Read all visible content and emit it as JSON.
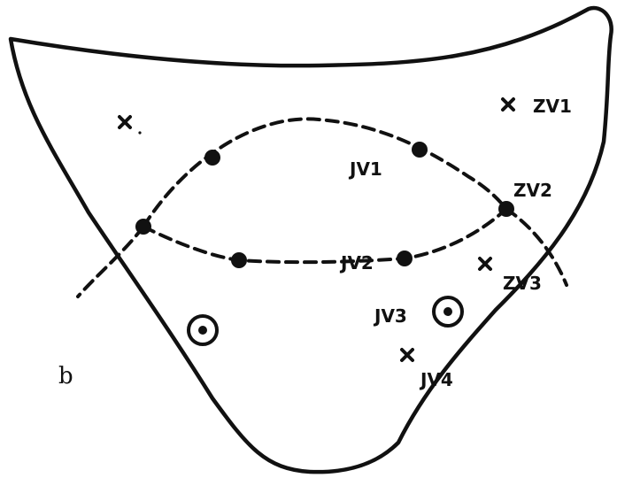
{
  "panel_label": "b",
  "labels": {
    "zv1": "ZV1",
    "jv1": "JV1",
    "zv2": "ZV2",
    "jv2": "JV2",
    "zv3": "ZV3",
    "jv3": "JV3",
    "jv4": "JV4"
  },
  "colors": {
    "ink": "#111111",
    "background": "#ffffff"
  },
  "marker_types": [
    "dot",
    "cross",
    "ring-dot"
  ]
}
